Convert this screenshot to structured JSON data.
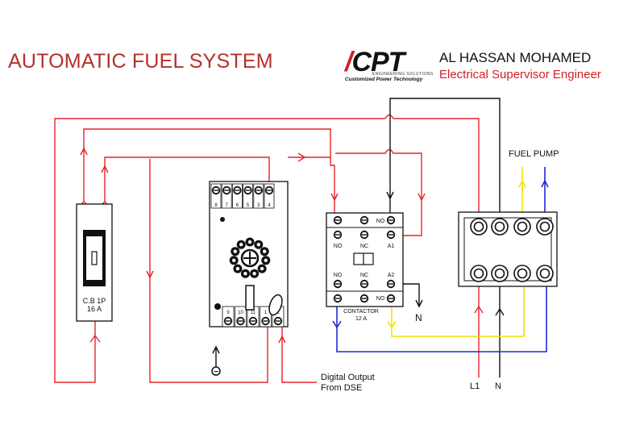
{
  "title": "AUTOMATIC FUEL SYSTEM",
  "logo": {
    "mark": "CPT",
    "subtitle": "ENGINEERING SOLUTIONS",
    "tagline": "Customized Power Technology"
  },
  "author": {
    "name": "AL HASSAN MOHAMED",
    "role": "Electrical Supervisor Engineer"
  },
  "breaker": {
    "line1": "C.B 1P",
    "line2": "16 A"
  },
  "relay": {
    "top_terms": [
      "8",
      "7",
      "6",
      "5",
      "3",
      "4"
    ],
    "bottom_terms": [
      "9",
      "10",
      "11",
      "1",
      "2"
    ]
  },
  "contactor": {
    "name": "CONTACTOR",
    "rating": "12 A",
    "top_row": [
      "NO",
      "NC",
      "A1"
    ],
    "mid_row": [
      "NO",
      "NC",
      "A2"
    ],
    "top_right": "NO",
    "bottom_right": "NO"
  },
  "labels": {
    "fuel_pump": "FUEL PUMP",
    "neutral_contactor": "N",
    "l1": "L1",
    "n_supply": "N",
    "digital_output_1": "Digital Output",
    "digital_output_2": "From DSE",
    "negative": "−"
  },
  "colors": {
    "line": "#e8232a",
    "neutral": "#111111",
    "blue": "#1f2bd6",
    "yellow": "#f2e300",
    "title": "#b5302a"
  }
}
